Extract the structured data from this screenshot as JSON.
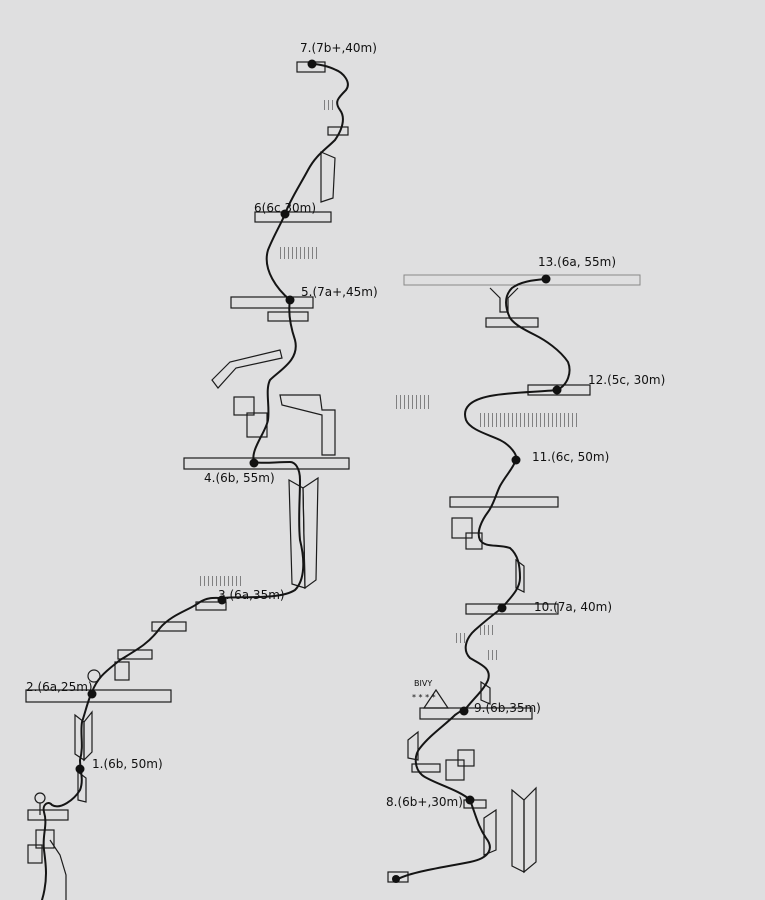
{
  "pitches": [
    {
      "label": "1.(6b, 50m)"
    },
    {
      "label": "2.(6a,25m)"
    },
    {
      "label": "3.(6a,35m)"
    },
    {
      "label": "4.(6b, 55m)"
    },
    {
      "label": "5.(7a+,45m)"
    },
    {
      "label": "6(6c,30m)"
    },
    {
      "label": "7.(7b+,40m)"
    },
    {
      "label": "8.(6b+,30m)"
    },
    {
      "label": "9.(6b,35m)"
    },
    {
      "label": "10.(7a, 40m)"
    },
    {
      "label": "11.(6c, 50m)"
    },
    {
      "label": "12.(5c, 30m)"
    },
    {
      "label": "13.(6a, 55m)"
    }
  ],
  "bivy_label": "BIVY"
}
